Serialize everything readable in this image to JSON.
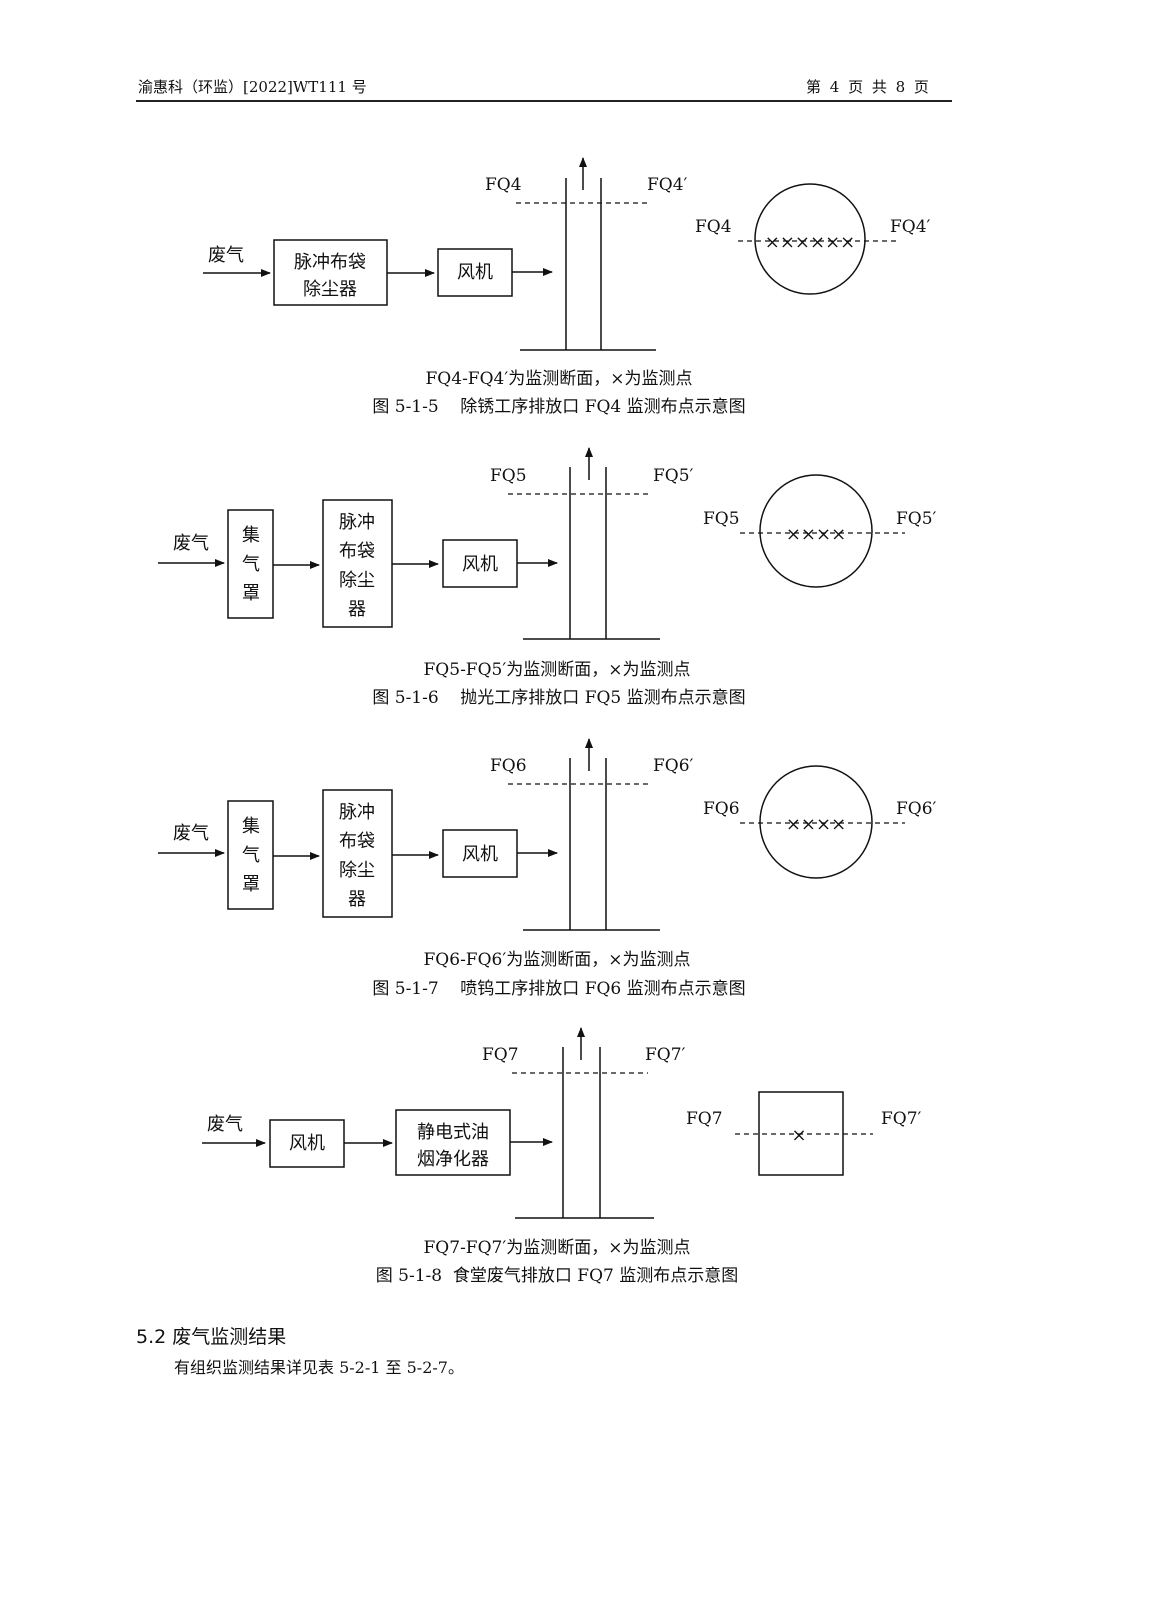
{
  "header": {
    "doc_number": "渝惠科（环监）[2022]WT111 号",
    "page_info": "第 4 页  共 8 页"
  },
  "figures": [
    {
      "id": "FQ4",
      "input": "废气",
      "boxes": [
        [
          "脉冲布袋",
          "除尘器"
        ],
        [
          "风机"
        ]
      ],
      "stack_left": "FQ4",
      "stack_right": "FQ4′",
      "section_left": "FQ4",
      "section_right": "FQ4′",
      "points_mark": "××××××",
      "note": "FQ4-FQ4′为监测断面，×为监测点",
      "caption": "图 5-1-5    除锈工序排放口 FQ4 监测布点示意图"
    },
    {
      "id": "FQ5",
      "input": "废气",
      "boxes": [
        [
          "集",
          "气",
          "罩"
        ],
        [
          "脉冲",
          "布袋",
          "除尘",
          "器"
        ],
        [
          "风机"
        ]
      ],
      "stack_left": "FQ5",
      "stack_right": "FQ5′",
      "section_left": "FQ5",
      "section_right": "FQ5′",
      "points_mark": "××××",
      "note": "FQ5-FQ5′为监测断面，×为监测点",
      "caption": "图 5-1-6    抛光工序排放口 FQ5 监测布点示意图"
    },
    {
      "id": "FQ6",
      "input": "废气",
      "boxes": [
        [
          "集",
          "气",
          "罩"
        ],
        [
          "脉冲",
          "布袋",
          "除尘",
          "器"
        ],
        [
          "风机"
        ]
      ],
      "stack_left": "FQ6",
      "stack_right": "FQ6′",
      "section_left": "FQ6",
      "section_right": "FQ6′",
      "points_mark": "××××",
      "note": "FQ6-FQ6′为监测断面，×为监测点",
      "caption": "图 5-1-7    喷钨工序排放口 FQ6 监测布点示意图"
    },
    {
      "id": "FQ7",
      "input": "废气",
      "boxes": [
        [
          "风机"
        ],
        [
          "静电式油",
          "烟净化器"
        ]
      ],
      "stack_left": "FQ7",
      "stack_right": "FQ7′",
      "section_left": "FQ7",
      "section_right": "FQ7′",
      "points_mark": "×",
      "note": "FQ7-FQ7′为监测断面，×为监测点",
      "caption": "图 5-1-8  食堂废气排放口 FQ7 监测布点示意图"
    }
  ],
  "section": {
    "title": "5.2 废气监测结果",
    "body": "有组织监测结果详见表 5-2-1 至 5-2-7。"
  }
}
